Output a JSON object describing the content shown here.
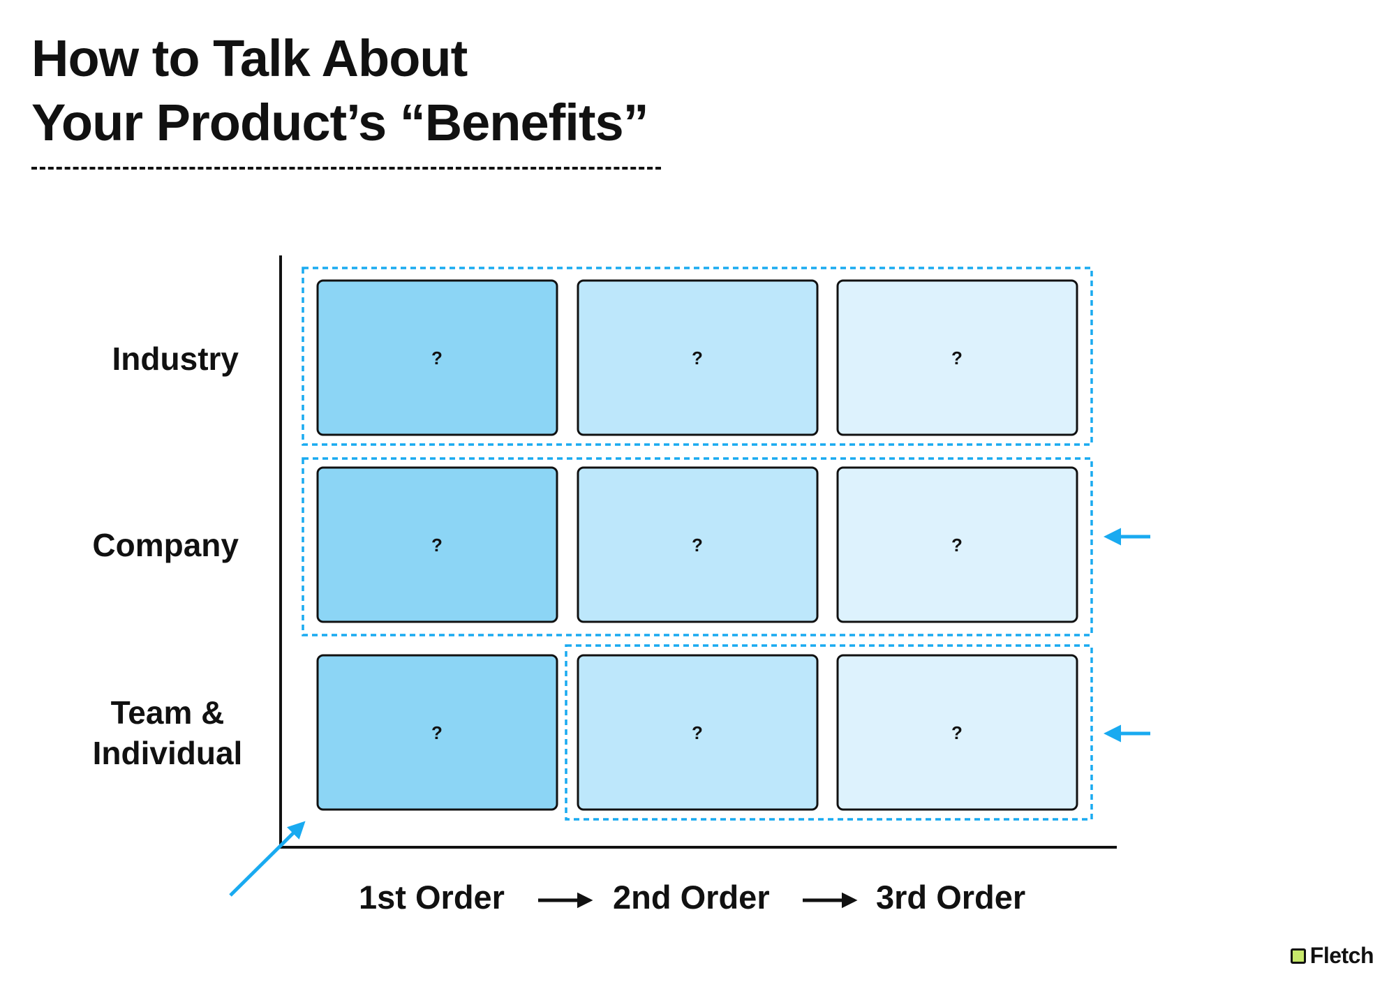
{
  "title": {
    "line1": "How to Talk About",
    "line2": "Your Product’s “Benefits”"
  },
  "rows": [
    {
      "label": "Industry"
    },
    {
      "label": "Company"
    },
    {
      "label_line1": "Team &",
      "label_line2": "Individual"
    }
  ],
  "columns": [
    "1st Order",
    "2nd Order",
    "3rd Order"
  ],
  "cells": [
    [
      "?",
      "?",
      "?"
    ],
    [
      "?",
      "?",
      "?"
    ],
    [
      "?",
      "?",
      "?"
    ]
  ],
  "colors": {
    "col1_fill": "#8cd5f5",
    "col2_fill": "#bde7fb",
    "col3_fill": "#ddf2fd",
    "highlight": "#19aaf0",
    "ink": "#111111",
    "brand_accent": "#c7e86b"
  },
  "brand": {
    "name": "Fletch",
    "icon": "square-logo-icon"
  }
}
